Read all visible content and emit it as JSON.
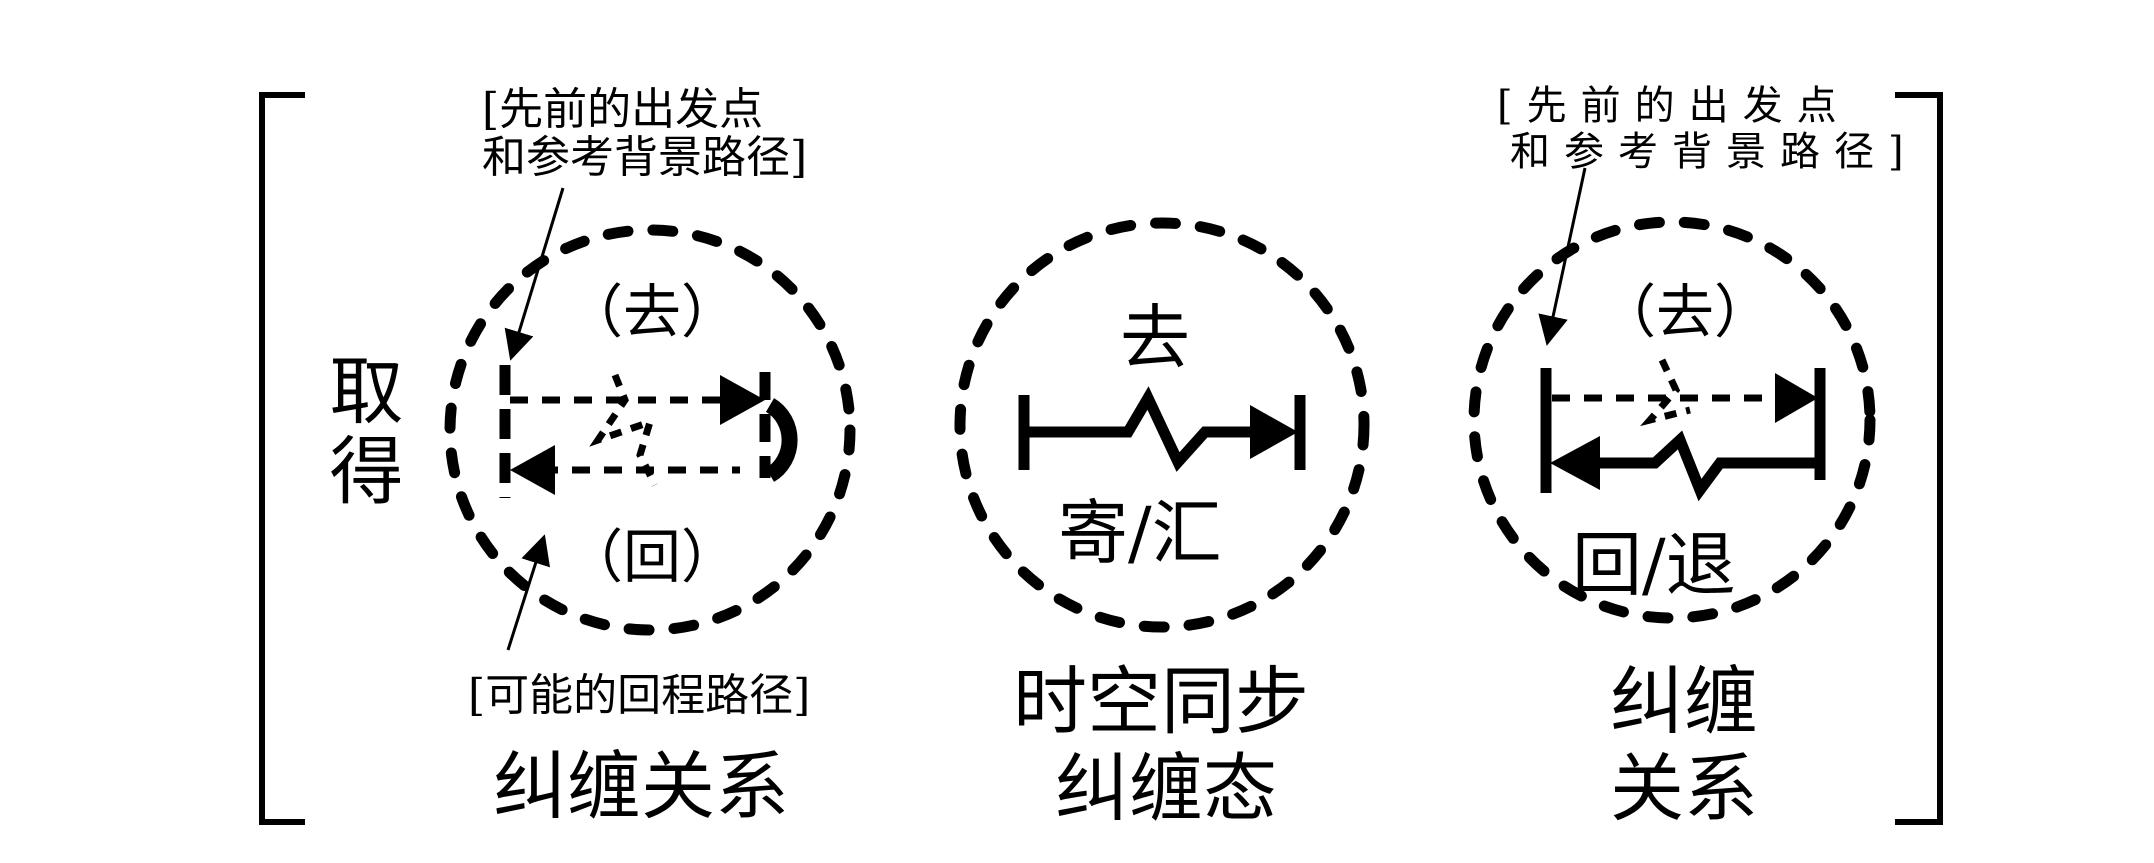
{
  "left_label": "取得",
  "panel_left": {
    "note_top_line1": "[先前的出发点",
    "note_top_line2": "和参考背景路径]",
    "dir_go": "（去）",
    "dir_back": "（回）",
    "note_bottom": "[可能的回程路径]",
    "caption": "纠缠关系"
  },
  "panel_middle": {
    "dir_go": "去",
    "dir_back": "寄/汇",
    "caption_line1": "时空同步",
    "caption_line2": "纠缠态"
  },
  "panel_right": {
    "note_top_line1": "[先前的出发点",
    "note_top_line2": "和参考背景路径]",
    "dir_go": "（去）",
    "dir_back": "回/退",
    "caption_line1": "纠缠",
    "caption_line2": "关系"
  }
}
